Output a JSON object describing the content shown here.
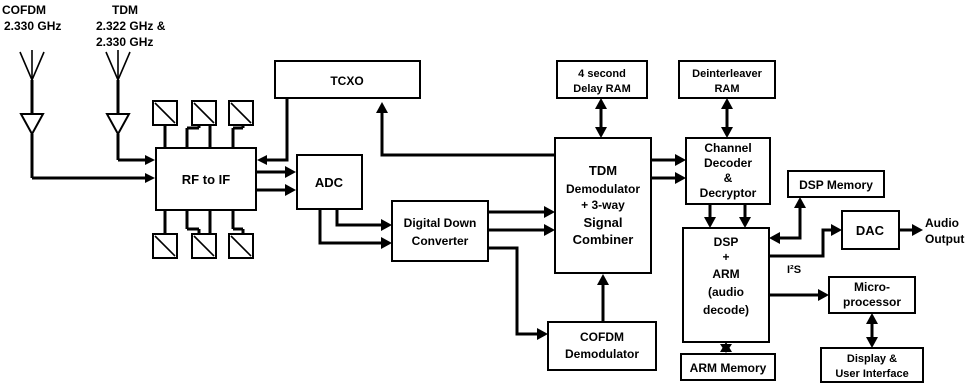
{
  "antennas": {
    "cofdm_line1": "COFDM",
    "cofdm_line2": "2.330 GHz",
    "tdm_line1": "TDM",
    "tdm_line2": "2.322 GHz &",
    "tdm_line3": "2.330 GHz"
  },
  "blocks": {
    "tcxo": "TCXO",
    "rf_to_if": "RF to IF",
    "adc": "ADC",
    "ddc_line1": "Digital Down",
    "ddc_line2": "Converter",
    "delay_ram_line1": "4 second",
    "delay_ram_line2": "Delay RAM",
    "deint_line1": "Deinterleaver",
    "deint_line2": "RAM",
    "tdm_line1": "TDM",
    "tdm_line2": "Demodulator",
    "tdm_line3": "+ 3-way",
    "tdm_line4": "Signal",
    "tdm_line5": "Combiner",
    "chan_line1": "Channel",
    "chan_line2": "Decoder",
    "chan_line3": "&",
    "chan_line4": "Decryptor",
    "dsp_memory": "DSP Memory",
    "dsp_line1": "DSP",
    "dsp_line2": "+",
    "dsp_line3": "ARM",
    "dsp_line4": "(audio",
    "dsp_line5": "decode)",
    "dac": "DAC",
    "audio_line1": "Audio",
    "audio_line2": "Output",
    "i2s": "I²S",
    "micro_line1": "Micro-",
    "micro_line2": "processor",
    "cofdm_demod_line1": "COFDM",
    "cofdm_demod_line2": "Demodulator",
    "arm_memory": "ARM Memory",
    "display_line1": "Display &",
    "display_line2": "User Interface"
  }
}
